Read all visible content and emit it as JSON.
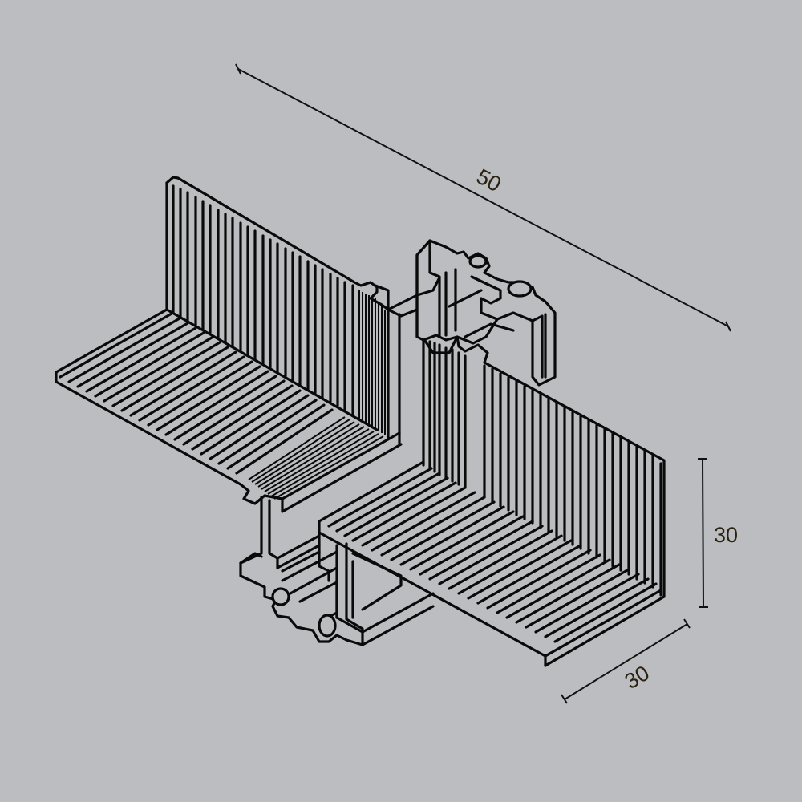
{
  "drawing": {
    "subject": "T-connector aluminum profile, isometric line drawing",
    "background_color": "#bcbdc0",
    "line_color": "#0a0a0a",
    "label_color": "#2b2212"
  },
  "dimensions": {
    "length": {
      "label": "50",
      "orientation": "diagonal-top"
    },
    "height": {
      "label": "30",
      "orientation": "vertical-right"
    },
    "width": {
      "label": "30",
      "orientation": "diagonal-bottom-right"
    }
  }
}
